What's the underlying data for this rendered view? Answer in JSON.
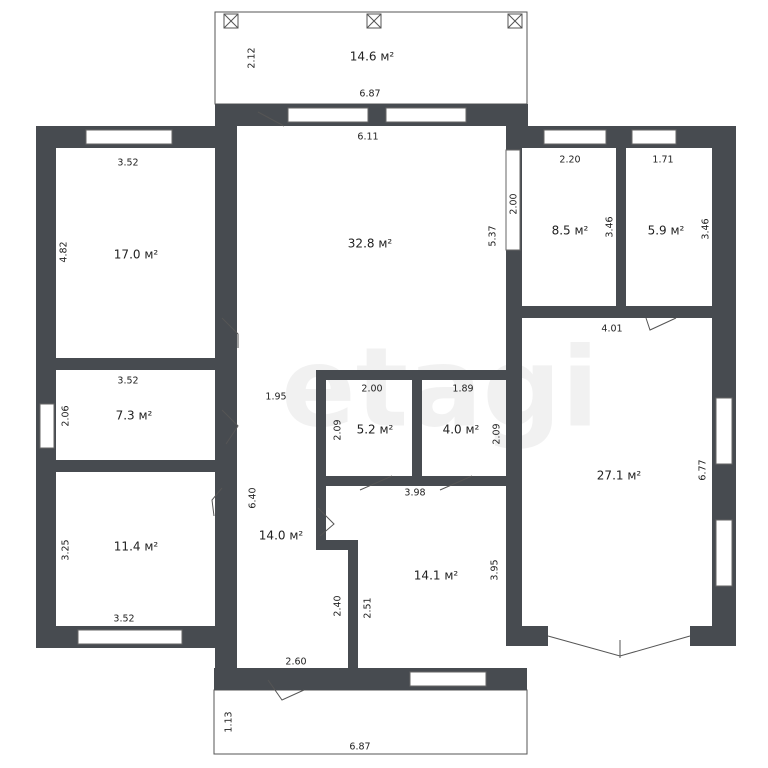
{
  "floor_plan": {
    "rooms": [
      {
        "id": "balcony-top",
        "area": "14.6 м²"
      },
      {
        "id": "living",
        "area": "32.8 м²"
      },
      {
        "id": "bedroom-left-top",
        "area": "17.0 м²"
      },
      {
        "id": "room-left-mid",
        "area": "7.3 м²"
      },
      {
        "id": "bedroom-left-bottom",
        "area": "11.4 м²"
      },
      {
        "id": "hall",
        "area": "14.0 м²"
      },
      {
        "id": "bath-a",
        "area": "5.2 м²"
      },
      {
        "id": "bath-b",
        "area": "4.0 м²"
      },
      {
        "id": "kitchen",
        "area": "14.1 м²"
      },
      {
        "id": "room-top-right-1",
        "area": "8.5 м²"
      },
      {
        "id": "room-top-right-2",
        "area": "5.9 м²"
      },
      {
        "id": "room-right-large",
        "area": "27.1 м²"
      }
    ],
    "dimensions": {
      "balcony_depth": "2.12",
      "balcony_width": "6.87",
      "living_width": "6.11",
      "living_height": "5.37",
      "living_side": "2.00",
      "left_top_width": "3.52",
      "left_top_height": "4.82",
      "left_mid_width": "3.52",
      "left_mid_height": "2.06",
      "left_bottom_height": "3.25",
      "left_bottom_width": "3.52",
      "hall_width": "1.95",
      "hall_height": "6.40",
      "bath_a_width": "2.00",
      "bath_a_height": "2.09",
      "bath_b_width": "1.89",
      "bath_b_height": "2.09",
      "kitchen_width": "3.98",
      "kitchen_height": "3.95",
      "kitchen_side": "2.51",
      "hall_lower": "2.40",
      "entry_width": "2.60",
      "porch_depth": "1.13",
      "porch_width": "6.87",
      "tr1_width": "2.20",
      "tr1_height": "3.46",
      "tr2_width": "1.71",
      "tr2_height": "3.46",
      "right_large_width": "4.01",
      "right_large_height": "6.77"
    },
    "watermark": "etagi"
  }
}
